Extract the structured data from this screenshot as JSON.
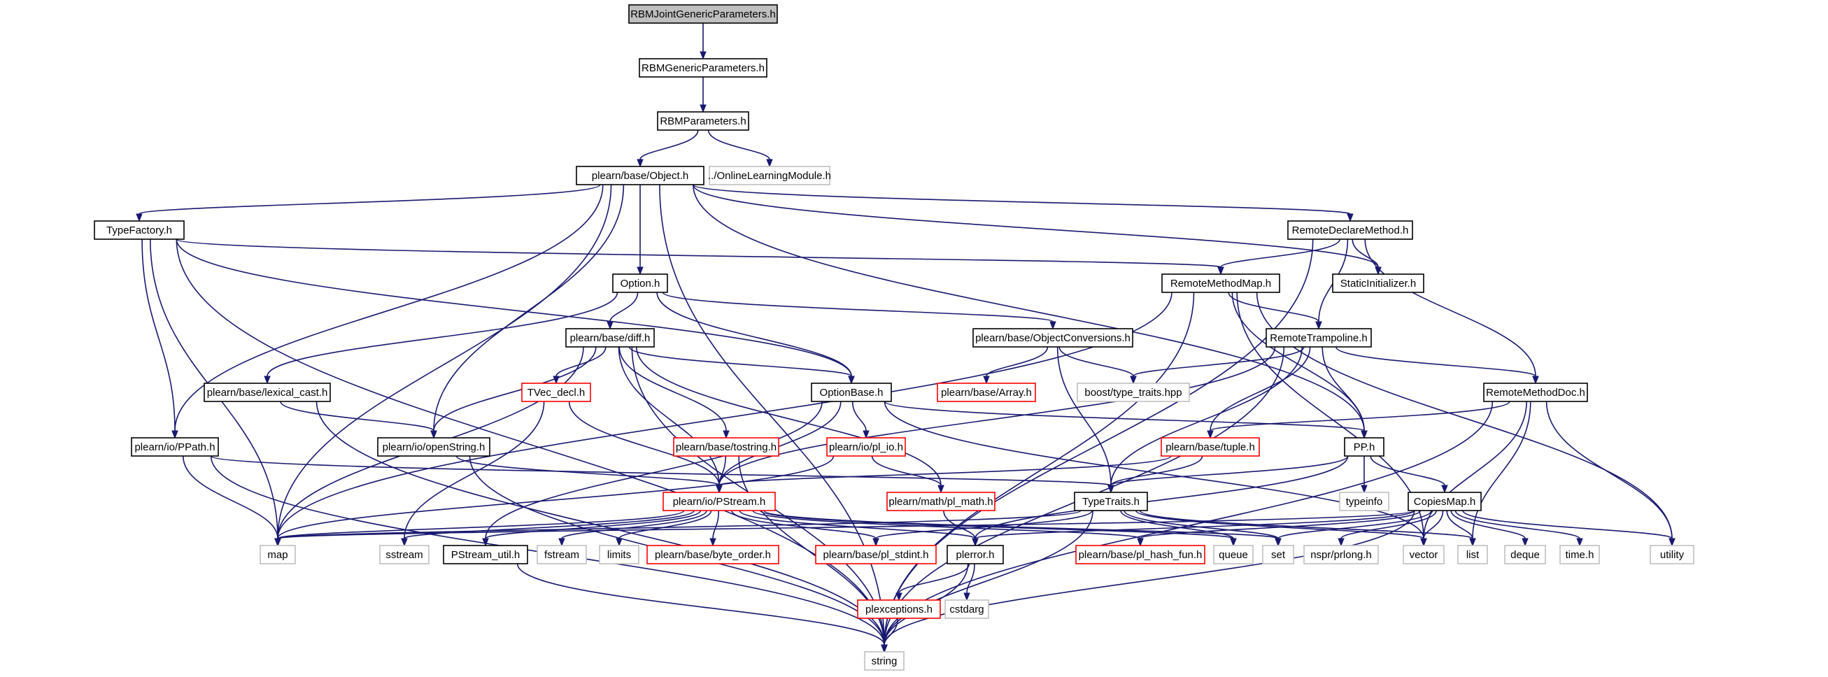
{
  "diagram": {
    "title": "",
    "colors": {
      "edge": "#191970",
      "node_normal": "#000000",
      "node_red": "#ff0000",
      "node_gray": "#bfbfbf",
      "root_fill": "#bfbfbf",
      "text": "#000000"
    },
    "nodes": [
      {
        "id": "root",
        "label": "RBMJointGenericParameters.h",
        "style": "root"
      },
      {
        "id": "rbmgen",
        "label": "RBMGenericParameters.h",
        "style": "normal"
      },
      {
        "id": "rbmparams",
        "label": "RBMParameters.h",
        "style": "normal"
      },
      {
        "id": "object",
        "label": "plearn/base/Object.h",
        "style": "normal"
      },
      {
        "id": "online",
        "label": "../OnlineLearningModule.h",
        "style": "gray"
      },
      {
        "id": "typefactory",
        "label": "TypeFactory.h",
        "style": "normal"
      },
      {
        "id": "remotedeclare",
        "label": "RemoteDeclareMethod.h",
        "style": "normal"
      },
      {
        "id": "option",
        "label": "Option.h",
        "style": "normal"
      },
      {
        "id": "remotemethodmap",
        "label": "RemoteMethodMap.h",
        "style": "normal"
      },
      {
        "id": "staticinit",
        "label": "StaticInitializer.h",
        "style": "normal"
      },
      {
        "id": "diff",
        "label": "plearn/base/diff.h",
        "style": "normal"
      },
      {
        "id": "objconv",
        "label": "plearn/base/ObjectConversions.h",
        "style": "normal"
      },
      {
        "id": "trampoline",
        "label": "RemoteTrampoline.h",
        "style": "normal"
      },
      {
        "id": "lexical",
        "label": "plearn/base/lexical_cast.h",
        "style": "normal"
      },
      {
        "id": "tvecdecl",
        "label": "TVec_decl.h",
        "style": "red"
      },
      {
        "id": "optionbase",
        "label": "OptionBase.h",
        "style": "normal"
      },
      {
        "id": "array",
        "label": "plearn/base/Array.h",
        "style": "red"
      },
      {
        "id": "boosttt",
        "label": "boost/type_traits.hpp",
        "style": "gray"
      },
      {
        "id": "remotemethoddoc",
        "label": "RemoteMethodDoc.h",
        "style": "normal"
      },
      {
        "id": "ppath",
        "label": "plearn/io/PPath.h",
        "style": "normal"
      },
      {
        "id": "openstring",
        "label": "plearn/io/openString.h",
        "style": "normal"
      },
      {
        "id": "tostring",
        "label": "plearn/base/tostring.h",
        "style": "red"
      },
      {
        "id": "plio",
        "label": "plearn/io/pl_io.h",
        "style": "red"
      },
      {
        "id": "tuple",
        "label": "plearn/base/tuple.h",
        "style": "red"
      },
      {
        "id": "pp",
        "label": "PP.h",
        "style": "normal"
      },
      {
        "id": "pstream",
        "label": "plearn/io/PStream.h",
        "style": "red"
      },
      {
        "id": "plmath",
        "label": "plearn/math/pl_math.h",
        "style": "red"
      },
      {
        "id": "typetraits",
        "label": "TypeTraits.h",
        "style": "normal"
      },
      {
        "id": "typeinfo",
        "label": "typeinfo",
        "style": "gray"
      },
      {
        "id": "copiesmap",
        "label": "CopiesMap.h",
        "style": "normal"
      },
      {
        "id": "map",
        "label": "map",
        "style": "gray"
      },
      {
        "id": "sstream",
        "label": "sstream",
        "style": "gray"
      },
      {
        "id": "pstreamutil",
        "label": "PStream_util.h",
        "style": "normal"
      },
      {
        "id": "fstream",
        "label": "fstream",
        "style": "gray"
      },
      {
        "id": "limits",
        "label": "limits",
        "style": "gray"
      },
      {
        "id": "byteorder",
        "label": "plearn/base/byte_order.h",
        "style": "red"
      },
      {
        "id": "plstdint",
        "label": "plearn/base/pl_stdint.h",
        "style": "red"
      },
      {
        "id": "plerror",
        "label": "plerror.h",
        "style": "normal"
      },
      {
        "id": "plhashfun",
        "label": "plearn/base/pl_hash_fun.h",
        "style": "red"
      },
      {
        "id": "queue",
        "label": "queue",
        "style": "gray"
      },
      {
        "id": "set",
        "label": "set",
        "style": "gray"
      },
      {
        "id": "nsprlong",
        "label": "nspr/prlong.h",
        "style": "gray"
      },
      {
        "id": "vector",
        "label": "vector",
        "style": "gray"
      },
      {
        "id": "list",
        "label": "list",
        "style": "gray"
      },
      {
        "id": "deque",
        "label": "deque",
        "style": "gray"
      },
      {
        "id": "timeh",
        "label": "time.h",
        "style": "gray"
      },
      {
        "id": "utility",
        "label": "utility",
        "style": "gray"
      },
      {
        "id": "plexceptions",
        "label": "plexceptions.h",
        "style": "red"
      },
      {
        "id": "cstdarg",
        "label": "cstdarg",
        "style": "gray"
      },
      {
        "id": "string",
        "label": "string",
        "style": "gray"
      }
    ],
    "edges": [
      [
        "root",
        "rbmgen"
      ],
      [
        "rbmgen",
        "rbmparams"
      ],
      [
        "rbmparams",
        "object"
      ],
      [
        "rbmparams",
        "online"
      ],
      [
        "object",
        "typefactory"
      ],
      [
        "object",
        "map"
      ],
      [
        "object",
        "ppath"
      ],
      [
        "object",
        "openstring"
      ],
      [
        "object",
        "option"
      ],
      [
        "object",
        "remotedeclare"
      ],
      [
        "object",
        "staticinit"
      ],
      [
        "object",
        "pp"
      ],
      [
        "object",
        "string"
      ],
      [
        "typefactory",
        "string"
      ],
      [
        "typefactory",
        "map"
      ],
      [
        "typefactory",
        "ppath"
      ],
      [
        "typefactory",
        "optionbase"
      ],
      [
        "typefactory",
        "remotemethodmap"
      ],
      [
        "remotedeclare",
        "remotemethodmap"
      ],
      [
        "remotedeclare",
        "staticinit"
      ],
      [
        "remotedeclare",
        "trampoline"
      ],
      [
        "remotedeclare",
        "remotemethoddoc"
      ],
      [
        "remotedeclare",
        "string"
      ],
      [
        "option",
        "lexical"
      ],
      [
        "option",
        "diff"
      ],
      [
        "option",
        "optionbase"
      ],
      [
        "option",
        "objconv"
      ],
      [
        "remotemethodmap",
        "map"
      ],
      [
        "remotemethodmap",
        "string"
      ],
      [
        "remotemethodmap",
        "trampoline"
      ],
      [
        "remotemethodmap",
        "pp"
      ],
      [
        "remotemethodmap",
        "vector"
      ],
      [
        "remotemethodmap",
        "utility"
      ],
      [
        "diff",
        "map"
      ],
      [
        "diff",
        "string"
      ],
      [
        "diff",
        "tvecdecl"
      ],
      [
        "diff",
        "openstring"
      ],
      [
        "diff",
        "pstream"
      ],
      [
        "diff",
        "tostring"
      ],
      [
        "diff",
        "plmath"
      ],
      [
        "diff",
        "optionbase"
      ],
      [
        "objconv",
        "array"
      ],
      [
        "objconv",
        "boosttt"
      ],
      [
        "objconv",
        "typetraits"
      ],
      [
        "trampoline",
        "boosttt"
      ],
      [
        "trampoline",
        "remotemethoddoc"
      ],
      [
        "trampoline",
        "pp"
      ],
      [
        "trampoline",
        "tuple"
      ],
      [
        "trampoline",
        "typetraits"
      ],
      [
        "trampoline",
        "pstream"
      ],
      [
        "trampoline",
        "string"
      ],
      [
        "lexical",
        "openstring"
      ],
      [
        "lexical",
        "string"
      ],
      [
        "tvecdecl",
        "sstream"
      ],
      [
        "tvecdecl",
        "pstream"
      ],
      [
        "optionbase",
        "pstreamutil"
      ],
      [
        "optionbase",
        "pstream"
      ],
      [
        "optionbase",
        "plio"
      ],
      [
        "optionbase",
        "pp"
      ],
      [
        "optionbase",
        "vector"
      ],
      [
        "remotemethoddoc",
        "tuple"
      ],
      [
        "remotemethoddoc",
        "vector"
      ],
      [
        "remotemethoddoc",
        "list"
      ],
      [
        "remotemethoddoc",
        "utility"
      ],
      [
        "remotemethoddoc",
        "string"
      ],
      [
        "ppath",
        "map"
      ],
      [
        "ppath",
        "string"
      ],
      [
        "ppath",
        "typetraits"
      ],
      [
        "openstring",
        "pstream"
      ],
      [
        "openstring",
        "string"
      ],
      [
        "tostring",
        "pstream"
      ],
      [
        "tostring",
        "string"
      ],
      [
        "plio",
        "map"
      ],
      [
        "plio",
        "plmath"
      ],
      [
        "tuple",
        "pstream"
      ],
      [
        "tuple",
        "typetraits"
      ],
      [
        "pp",
        "typetraits"
      ],
      [
        "pp",
        "typeinfo"
      ],
      [
        "pp",
        "copiesmap"
      ],
      [
        "pp",
        "plerror"
      ],
      [
        "pstream",
        "map"
      ],
      [
        "pstream",
        "sstream"
      ],
      [
        "pstream",
        "pstreamutil"
      ],
      [
        "pstream",
        "fstream"
      ],
      [
        "pstream",
        "limits"
      ],
      [
        "pstream",
        "byteorder"
      ],
      [
        "pstream",
        "plstdint"
      ],
      [
        "pstream",
        "plerror"
      ],
      [
        "pstream",
        "plhashfun"
      ],
      [
        "pstream",
        "queue"
      ],
      [
        "pstream",
        "set"
      ],
      [
        "plmath",
        "plerror"
      ],
      [
        "typetraits",
        "map"
      ],
      [
        "typetraits",
        "plstdint"
      ],
      [
        "typetraits",
        "queue"
      ],
      [
        "typetraits",
        "set"
      ],
      [
        "typetraits",
        "vector"
      ],
      [
        "typetraits",
        "list"
      ],
      [
        "typetraits",
        "string"
      ],
      [
        "copiesmap",
        "map"
      ],
      [
        "copiesmap",
        "set"
      ],
      [
        "copiesmap",
        "plerror"
      ],
      [
        "copiesmap",
        "plhashfun"
      ],
      [
        "copiesmap",
        "nsprlong"
      ],
      [
        "copiesmap",
        "vector"
      ],
      [
        "copiesmap",
        "list"
      ],
      [
        "copiesmap",
        "deque"
      ],
      [
        "copiesmap",
        "timeh"
      ],
      [
        "copiesmap",
        "utility"
      ],
      [
        "copiesmap",
        "string"
      ],
      [
        "pstreamutil",
        "string"
      ],
      [
        "plerror",
        "plexceptions"
      ],
      [
        "plerror",
        "cstdarg"
      ],
      [
        "plerror",
        "string"
      ],
      [
        "plexceptions",
        "string"
      ]
    ]
  }
}
